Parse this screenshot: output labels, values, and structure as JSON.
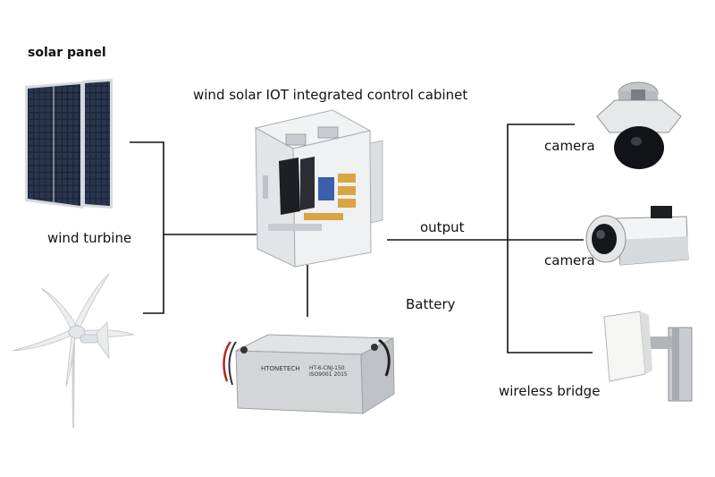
{
  "labels": {
    "solar_panel": "solar panel",
    "cabinet": "wind solar IOT integrated control cabinet",
    "wind_turbine": "wind turbine",
    "output": "output",
    "battery": "Battery",
    "camera_1": "camera",
    "camera_2": "camera",
    "wireless_bridge": "wireless bridge"
  },
  "battery_brand": "HTONETECH",
  "battery_model": "HT-6-CNJ-150",
  "battery_cert": "ISO9001 2015"
}
